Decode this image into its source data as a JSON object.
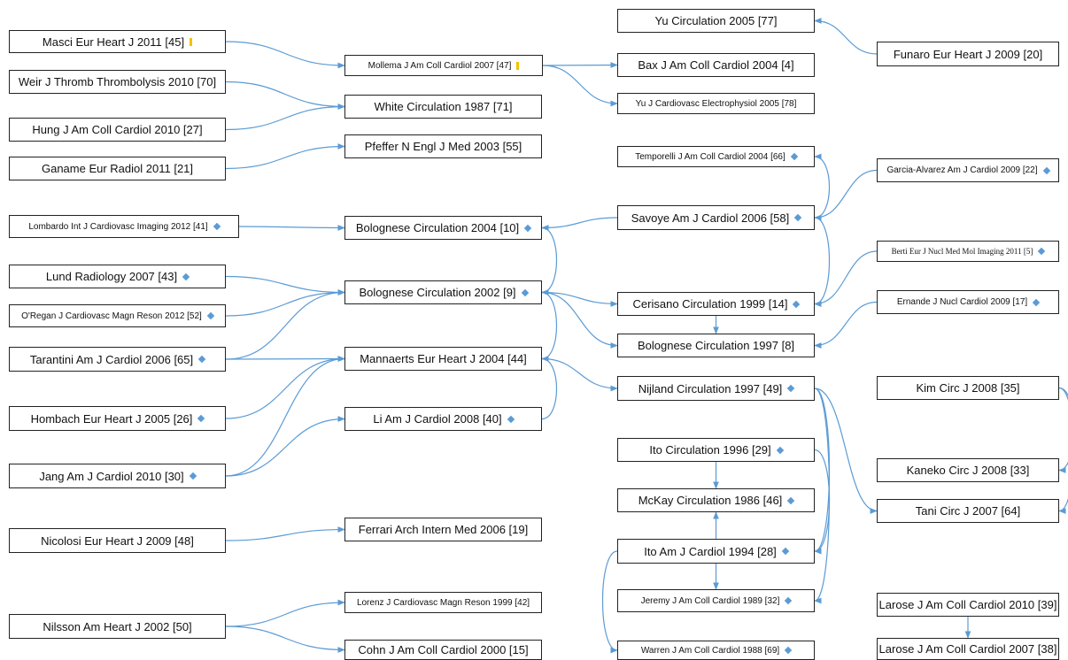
{
  "diagram": {
    "colors": {
      "edge": "#5b9bd5",
      "diamond": "#5b9bd5",
      "bar": "#f2c200",
      "border": "#222222"
    },
    "nodes": [
      {
        "id": "masci",
        "label": "Masci Eur Heart J 2011 [45]",
        "marker": "bar"
      },
      {
        "id": "mollema",
        "label": "Mollema J Am Coll Cardiol 2007 [47]",
        "marker": "bar"
      },
      {
        "id": "yu_circ",
        "label": "Yu Circulation 2005 [77]",
        "marker": ""
      },
      {
        "id": "funaro",
        "label": "Funaro Eur Heart J 2009 [20]",
        "marker": ""
      },
      {
        "id": "bax",
        "label": "Bax J Am Coll Cardiol 2004 [4]",
        "marker": ""
      },
      {
        "id": "yu_jce",
        "label": "Yu J Cardiovasc Electrophysiol 2005 [78]",
        "marker": ""
      },
      {
        "id": "weir",
        "label": "Weir J Thromb Thrombolysis 2010 [70]",
        "marker": ""
      },
      {
        "id": "white",
        "label": "White Circulation 1987 [71]",
        "marker": ""
      },
      {
        "id": "hung",
        "label": "Hung J Am Coll Cardiol 2010 [27]",
        "marker": ""
      },
      {
        "id": "pfeffer",
        "label": "Pfeffer N Engl J Med 2003 [55]",
        "marker": ""
      },
      {
        "id": "ganame",
        "label": "Ganame Eur Radiol 2011 [21]",
        "marker": ""
      },
      {
        "id": "temporelli",
        "label": "Temporelli J Am Coll Cardiol 2004 [66]",
        "marker": "diamond"
      },
      {
        "id": "garcia",
        "label": "Garcia-Alvarez Am J Cardiol 2009 [22]",
        "marker": "diamond"
      },
      {
        "id": "lombardo",
        "label": "Lombardo Int J Cardiovasc Imaging 2012 [41]",
        "marker": "diamond"
      },
      {
        "id": "bol2004",
        "label": "Bolognese Circulation 2004 [10]",
        "marker": "diamond"
      },
      {
        "id": "savoye",
        "label": "Savoye Am J Cardiol 2006 [58]",
        "marker": "diamond"
      },
      {
        "id": "berti",
        "label": "Berti Eur J Nucl Med Mol Imaging 2011 [5]",
        "marker": "diamond"
      },
      {
        "id": "lund",
        "label": "Lund Radiology 2007 [43]",
        "marker": "diamond"
      },
      {
        "id": "bol2002",
        "label": "Bolognese Circulation 2002 [9]",
        "marker": "diamond"
      },
      {
        "id": "oregan",
        "label": "O'Regan J Cardiovasc Magn Reson 2012 [52]",
        "marker": "diamond"
      },
      {
        "id": "cerisano",
        "label": "Cerisano Circulation 1999 [14]",
        "marker": "diamond"
      },
      {
        "id": "ernande",
        "label": "Ernande J Nucl Cardiol 2009 [17]",
        "marker": "diamond"
      },
      {
        "id": "bol1997",
        "label": "Bolognese Circulation 1997 [8]",
        "marker": ""
      },
      {
        "id": "tarantini",
        "label": "Tarantini Am J Cardiol 2006 [65]",
        "marker": "diamond"
      },
      {
        "id": "mannaerts",
        "label": "Mannaerts Eur Heart J 2004 [44]",
        "marker": ""
      },
      {
        "id": "nijland",
        "label": "Nijland Circulation 1997 [49]",
        "marker": "diamond"
      },
      {
        "id": "kim",
        "label": "Kim Circ J 2008 [35]",
        "marker": ""
      },
      {
        "id": "hombach",
        "label": "Hombach Eur Heart J 2005 [26]",
        "marker": "diamond"
      },
      {
        "id": "li",
        "label": "Li Am J Cardiol 2008 [40]",
        "marker": "diamond"
      },
      {
        "id": "ito1996",
        "label": "Ito Circulation 1996 [29]",
        "marker": "diamond"
      },
      {
        "id": "kaneko",
        "label": "Kaneko Circ J 2008 [33]",
        "marker": ""
      },
      {
        "id": "jang",
        "label": "Jang Am J Cardiol 2010 [30]",
        "marker": "diamond"
      },
      {
        "id": "mckay",
        "label": "McKay Circulation 1986 [46]",
        "marker": "diamond"
      },
      {
        "id": "tani",
        "label": "Tani Circ J 2007 [64]",
        "marker": ""
      },
      {
        "id": "nicolosi",
        "label": "Nicolosi Eur Heart J 2009 [48]",
        "marker": ""
      },
      {
        "id": "ferrari",
        "label": "Ferrari Arch Intern Med 2006 [19]",
        "marker": ""
      },
      {
        "id": "ito1994",
        "label": "Ito Am J Cardiol 1994 [28]",
        "marker": "diamond"
      },
      {
        "id": "lorenz",
        "label": "Lorenz J Cardiovasc Magn Reson 1999 [42]",
        "marker": ""
      },
      {
        "id": "jeremy",
        "label": "Jeremy J Am Coll Cardiol 1989 [32]",
        "marker": "diamond"
      },
      {
        "id": "larose2010",
        "label": "Larose J Am Coll Cardiol 2010 [39]",
        "marker": ""
      },
      {
        "id": "nilsson",
        "label": "Nilsson Am Heart J 2002 [50]",
        "marker": ""
      },
      {
        "id": "cohn",
        "label": "Cohn J Am Coll Cardiol 2000 [15]",
        "marker": ""
      },
      {
        "id": "warren",
        "label": "Warren J Am Coll Cardiol 1988 [69]",
        "marker": "diamond"
      },
      {
        "id": "larose2007",
        "label": "Larose J Am Coll Cardiol 2007 [38]",
        "marker": ""
      }
    ],
    "edges": [
      {
        "from": "masci",
        "to": "mollema"
      },
      {
        "from": "funaro",
        "to": "yu_circ"
      },
      {
        "from": "mollema",
        "to": "bax"
      },
      {
        "from": "mollema",
        "to": "yu_jce"
      },
      {
        "from": "weir",
        "to": "white"
      },
      {
        "from": "hung",
        "to": "white"
      },
      {
        "from": "ganame",
        "to": "pfeffer"
      },
      {
        "from": "savoye",
        "to": "temporelli"
      },
      {
        "from": "savoye",
        "to": "bol2004"
      },
      {
        "from": "savoye",
        "to": "cerisano"
      },
      {
        "from": "garcia",
        "to": "savoye"
      },
      {
        "from": "lombardo",
        "to": "bol2004"
      },
      {
        "from": "bol2004",
        "to": "bol2002"
      },
      {
        "from": "lund",
        "to": "bol2002"
      },
      {
        "from": "oregan",
        "to": "bol2002"
      },
      {
        "from": "tarantini",
        "to": "bol2002"
      },
      {
        "from": "tarantini",
        "to": "mannaerts"
      },
      {
        "from": "bol2002",
        "to": "cerisano"
      },
      {
        "from": "bol2002",
        "to": "bol1997"
      },
      {
        "from": "berti",
        "to": "cerisano"
      },
      {
        "from": "ernande",
        "to": "bol1997"
      },
      {
        "from": "cerisano",
        "to": "bol1997"
      },
      {
        "from": "mannaerts",
        "to": "bol2002"
      },
      {
        "from": "mannaerts",
        "to": "nijland"
      },
      {
        "from": "li",
        "to": "mannaerts"
      },
      {
        "from": "hombach",
        "to": "mannaerts"
      },
      {
        "from": "jang",
        "to": "mannaerts"
      },
      {
        "from": "jang",
        "to": "li"
      },
      {
        "from": "kim",
        "to": "kaneko"
      },
      {
        "from": "kim",
        "to": "tani"
      },
      {
        "from": "nijland",
        "to": "tani"
      },
      {
        "from": "nijland",
        "to": "ito1994"
      },
      {
        "from": "nijland",
        "to": "jeremy"
      },
      {
        "from": "ito1996",
        "to": "mckay"
      },
      {
        "from": "ito1996",
        "to": "ito1994"
      },
      {
        "from": "ito1994",
        "to": "mckay"
      },
      {
        "from": "ito1994",
        "to": "jeremy"
      },
      {
        "from": "ito1994",
        "to": "warren"
      },
      {
        "from": "nicolosi",
        "to": "ferrari"
      },
      {
        "from": "nilsson",
        "to": "lorenz"
      },
      {
        "from": "nilsson",
        "to": "cohn"
      },
      {
        "from": "larose2010",
        "to": "larose2007"
      }
    ]
  }
}
